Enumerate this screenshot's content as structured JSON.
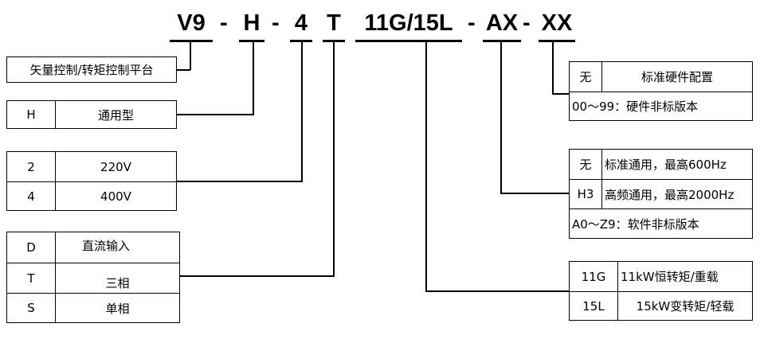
{
  "code": {
    "v9": "V9",
    "h": "H",
    "four": "4",
    "t": "T",
    "power": "11G/15L",
    "ax": "AX",
    "xx": "XX",
    "dash": "-"
  },
  "control_platform": {
    "label": "矢量控制/转矩控制平台"
  },
  "type_table": {
    "rows": [
      {
        "code": "H",
        "desc": "通用型"
      }
    ]
  },
  "voltage_table": {
    "rows": [
      {
        "code": "2",
        "desc": "220V"
      },
      {
        "code": "4",
        "desc": "400V"
      }
    ]
  },
  "phase_table": {
    "rows": [
      {
        "code": "D",
        "desc": "直流输入"
      },
      {
        "code": "T",
        "desc": "三相"
      },
      {
        "code": "S",
        "desc": "单相"
      }
    ]
  },
  "hardware_table": {
    "rows": [
      {
        "code": "无",
        "desc": "标准硬件配置"
      }
    ],
    "note": "00～99：硬件非标版本"
  },
  "software_table": {
    "rows": [
      {
        "code": "无",
        "desc": "标准通用，最高600Hz"
      },
      {
        "code": "H3",
        "desc": "高频通用，最高2000Hz"
      }
    ],
    "note": "A0～Z9：软件非标版本"
  },
  "power_table": {
    "rows": [
      {
        "code": "11G",
        "desc": "11kW恒转矩/重载"
      },
      {
        "code": "15L",
        "desc": "15kW变转矩/轻载"
      }
    ]
  }
}
